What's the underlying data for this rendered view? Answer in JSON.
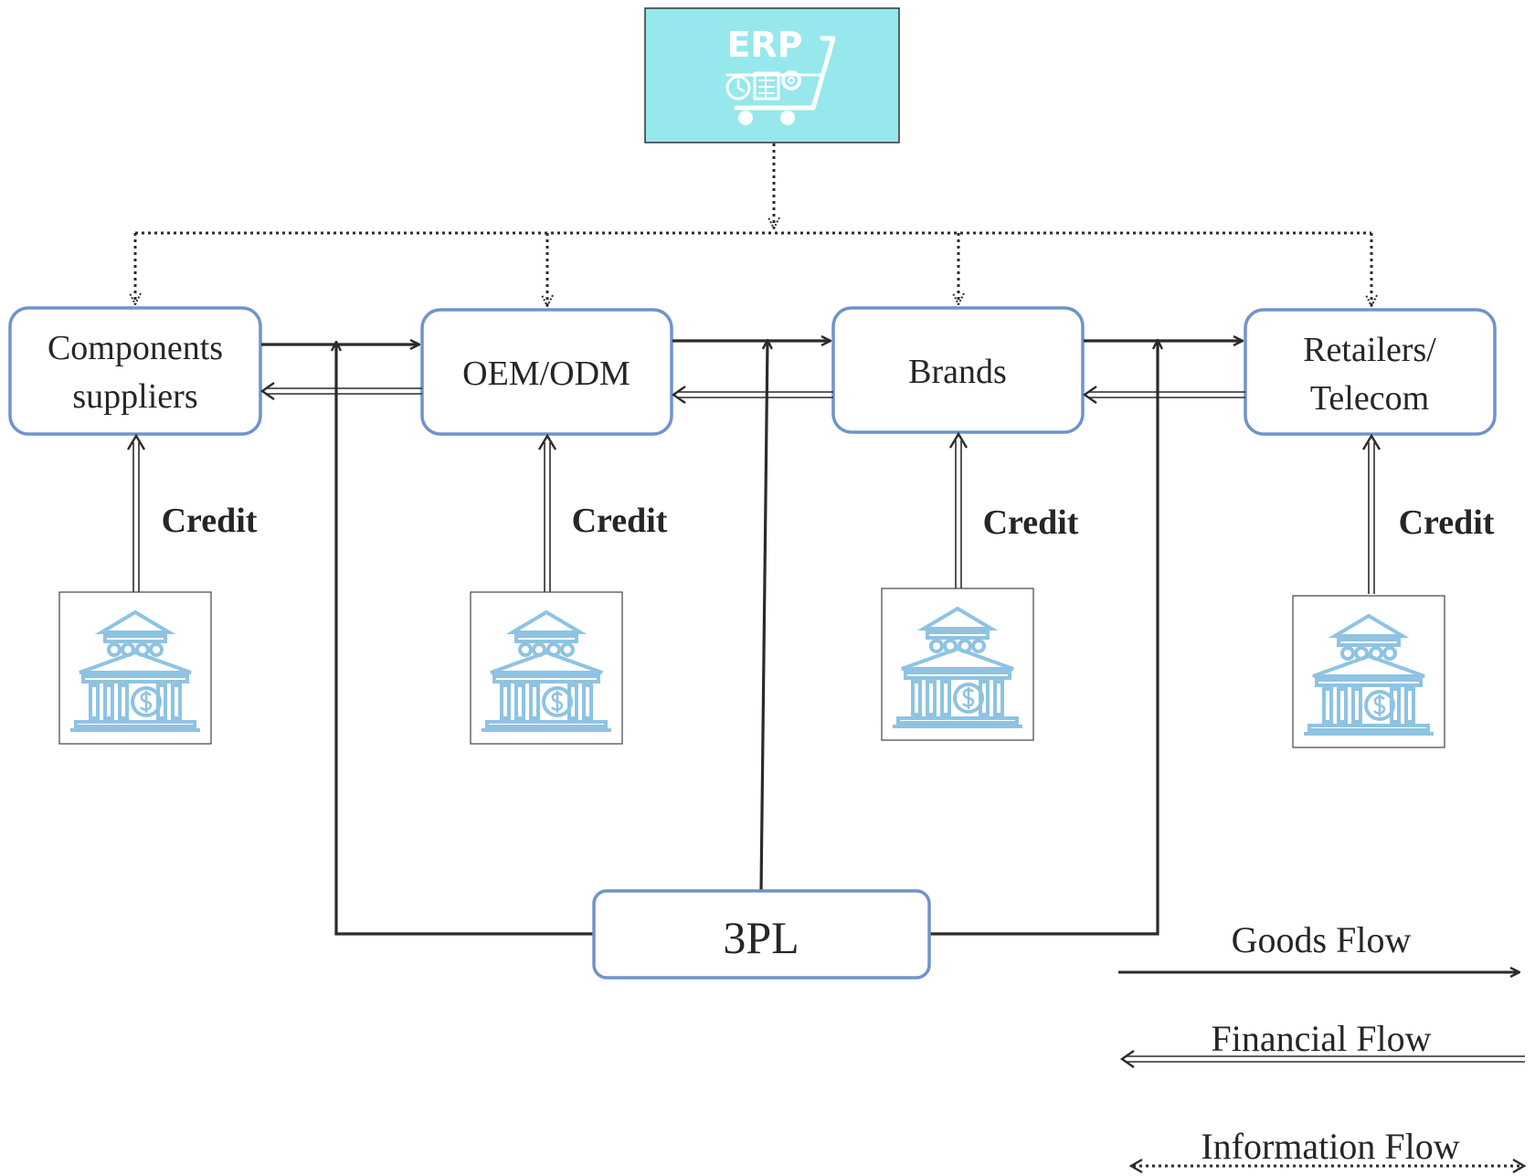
{
  "erp": {
    "label": "ERP",
    "icon": "erp-cart-icon",
    "bg_color": "#96e8ec",
    "icon_color": "#ffffff"
  },
  "nodes": {
    "components": {
      "line1": "Components",
      "line2": "suppliers"
    },
    "oem": {
      "label": "OEM/ODM"
    },
    "brands": {
      "label": "Brands"
    },
    "retailers": {
      "line1": "Retailers/",
      "line2": "Telecom"
    },
    "tpl": {
      "label": "3PL"
    }
  },
  "credit_labels": [
    "Credit",
    "Credit",
    "Credit",
    "Credit"
  ],
  "bank_icon": "bank-icon",
  "legend": {
    "goods": "Goods Flow",
    "financial": "Financial Flow",
    "information": "Information Flow"
  },
  "colors": {
    "node_border": "#6f93cc",
    "bank_icon": "#8ec3e2",
    "line": "#2b2b2b"
  }
}
